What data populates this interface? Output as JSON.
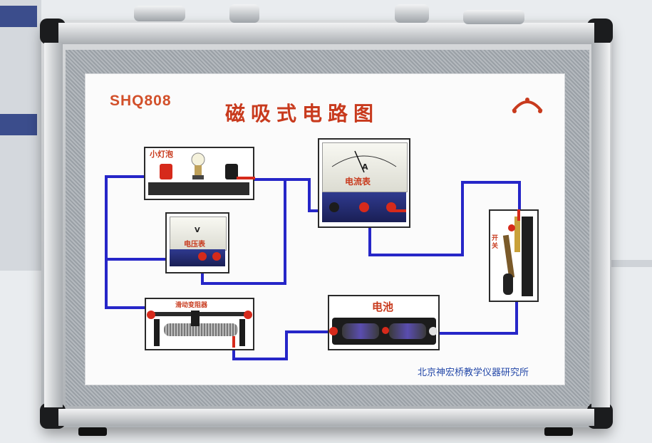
{
  "board": {
    "model": "SHQ808",
    "title": "磁吸式电路图",
    "maker": "北京神宏桥教学仪器研究所"
  },
  "components": {
    "lamp_label": "小灯泡",
    "voltmeter_label": "电压表",
    "voltmeter_unit": "V",
    "ammeter_label": "电流表",
    "ammeter_unit": "A",
    "rheostat_label": "滑动变阻器",
    "switch_label": "开关",
    "battery_label": "电池"
  },
  "colors": {
    "wire": "#2626c8",
    "title": "#c83a1d",
    "maker_text": "#2448a8"
  },
  "icons": [
    "bridge-logo-icon",
    "lamp-icon",
    "terminal-icon",
    "meter-needle-icon",
    "knife-switch-icon",
    "cell-icon"
  ]
}
